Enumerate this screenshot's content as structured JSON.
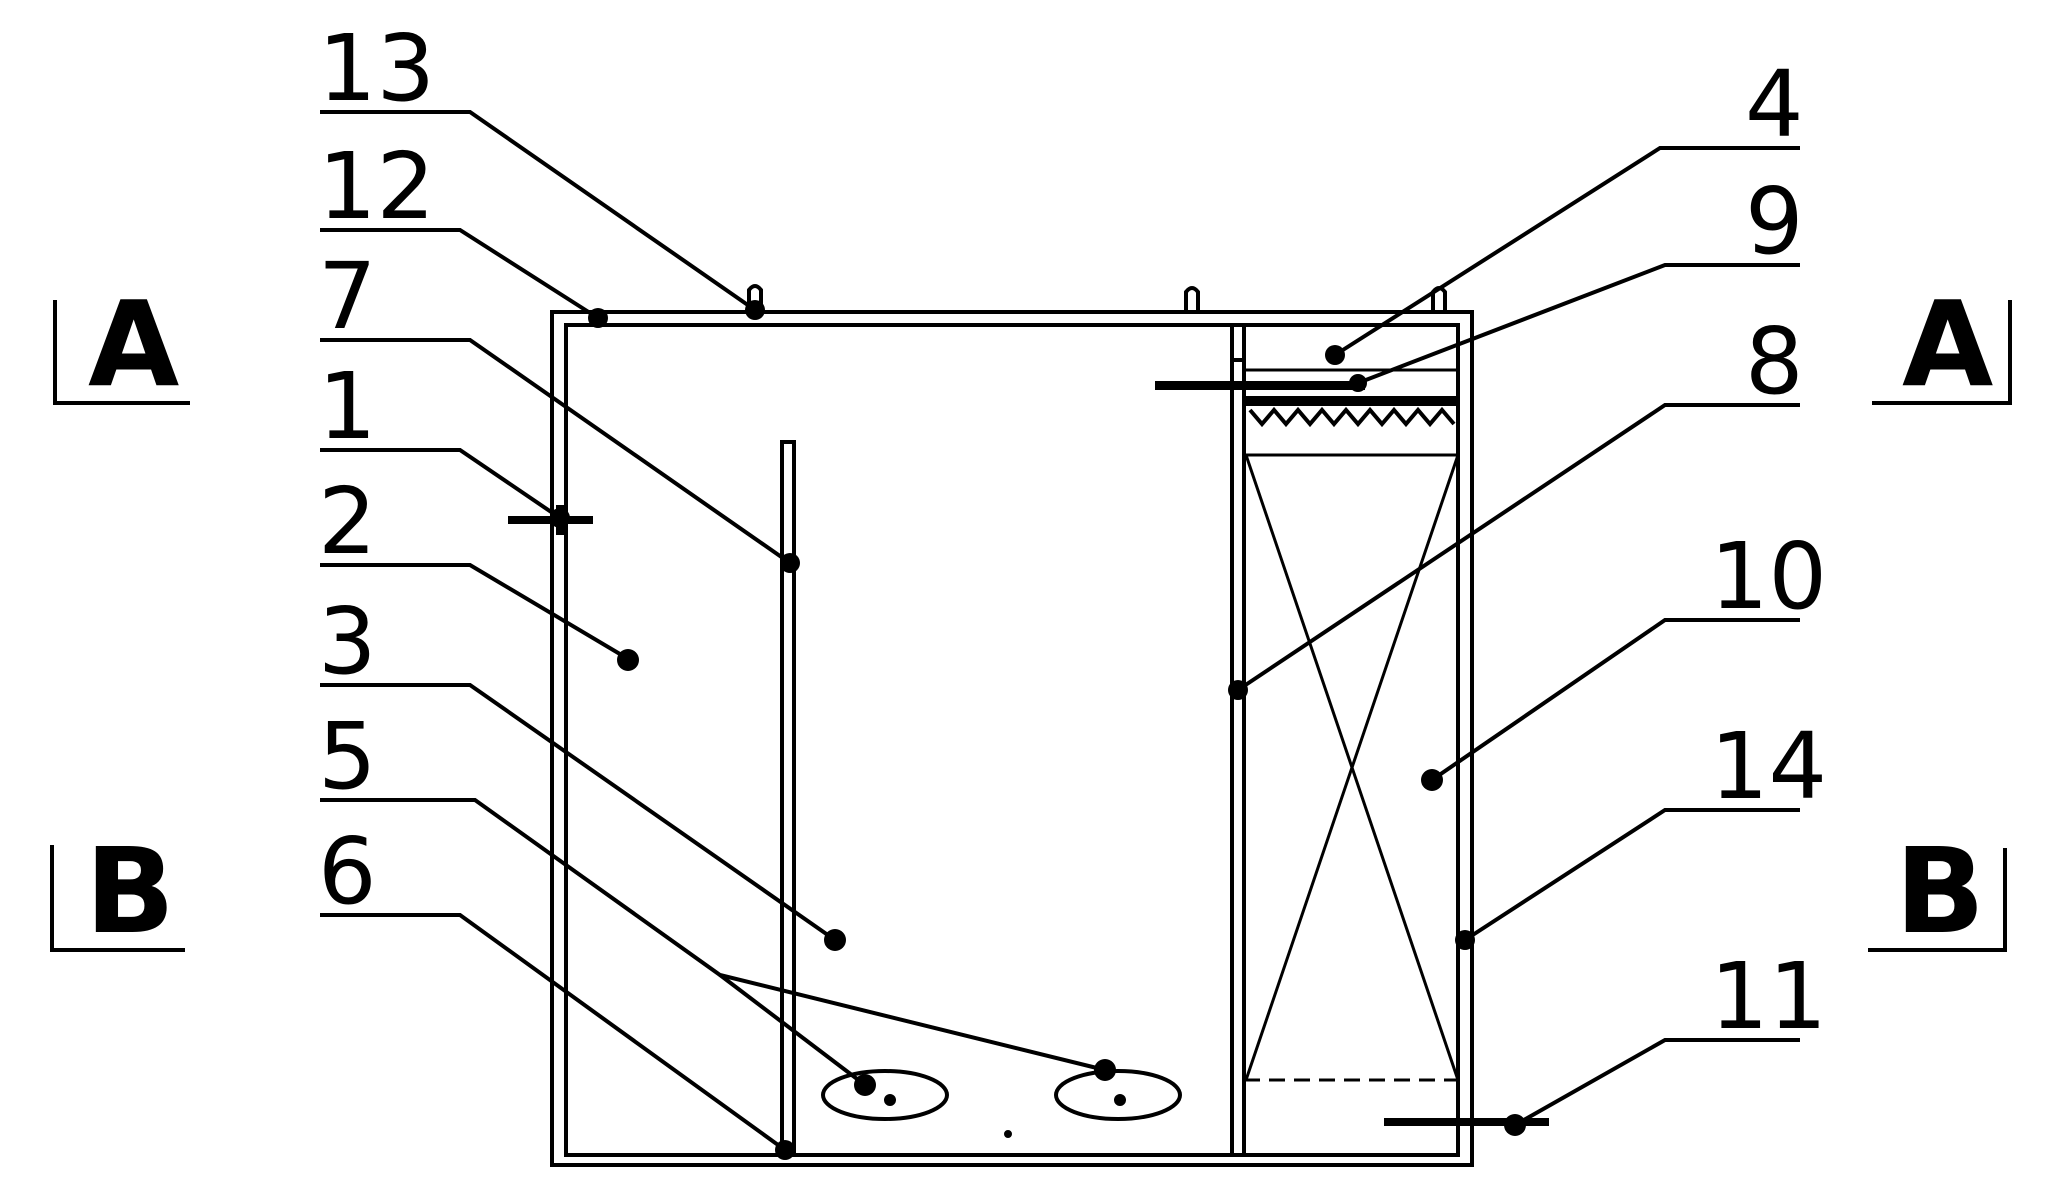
{
  "diagram": {
    "section_labels": [
      {
        "id": "A-left",
        "text": "A"
      },
      {
        "id": "A-right",
        "text": "A"
      },
      {
        "id": "B-left",
        "text": "B"
      },
      {
        "id": "B-right",
        "text": "B"
      }
    ],
    "callouts": [
      {
        "id": "13",
        "text": "13"
      },
      {
        "id": "12",
        "text": "12"
      },
      {
        "id": "7",
        "text": "7"
      },
      {
        "id": "1",
        "text": "1"
      },
      {
        "id": "2",
        "text": "2"
      },
      {
        "id": "3",
        "text": "3"
      },
      {
        "id": "5",
        "text": "5"
      },
      {
        "id": "6",
        "text": "6"
      },
      {
        "id": "4",
        "text": "4"
      },
      {
        "id": "9",
        "text": "9"
      },
      {
        "id": "8",
        "text": "8"
      },
      {
        "id": "10",
        "text": "10"
      },
      {
        "id": "14",
        "text": "14"
      },
      {
        "id": "11",
        "text": "11"
      }
    ]
  }
}
